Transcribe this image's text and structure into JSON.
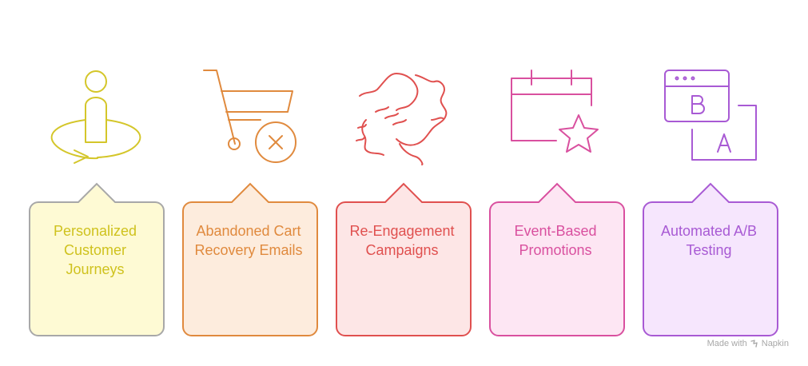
{
  "cards": [
    {
      "label": "Personalized Customer Journeys",
      "icon": "person-journey-icon",
      "color": "#D4C62A",
      "fill": "#FEFAD4",
      "border": "#A8A8A8",
      "text_color": "#CFC21E"
    },
    {
      "label": "Abandoned Cart Recovery Emails",
      "icon": "shopping-cart-cancel-icon",
      "color": "#E08A3E",
      "fill": "#FDECDD",
      "border": "#E08A3E",
      "text_color": "#E08A3E"
    },
    {
      "label": "Re-Engagement Campaigns",
      "icon": "handshake-icon",
      "color": "#E0504F",
      "fill": "#FDE6E6",
      "border": "#E0504F",
      "text_color": "#E0504F"
    },
    {
      "label": "Event-Based Promotions",
      "icon": "calendar-star-icon",
      "color": "#D9509F",
      "fill": "#FDE6F3",
      "border": "#D9509F",
      "text_color": "#D9509F"
    },
    {
      "label": "Automated A/B Testing",
      "icon": "ab-test-windows-icon",
      "color": "#A85AD4",
      "fill": "#F6E6FD",
      "border": "#A85AD4",
      "text_color": "#A85AD4"
    }
  ],
  "watermark": {
    "text": "Made with",
    "brand": "Napkin"
  }
}
